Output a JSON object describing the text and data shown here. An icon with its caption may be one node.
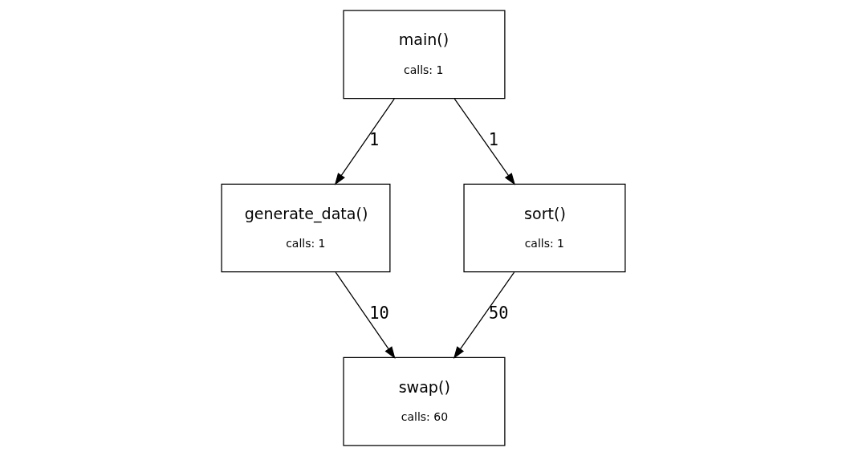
{
  "diagram": {
    "nodes": [
      {
        "text": [
          "main()",
          "calls: 1"
        ]
      },
      {
        "text": [
          "generate_data()",
          "calls: 1"
        ]
      },
      {
        "text": [
          "sort()",
          "calls: 1"
        ]
      },
      {
        "text": [
          "swap()",
          "calls: 60"
        ]
      }
    ],
    "edges": [
      {
        "from": 0,
        "to": 1,
        "arrow": "to",
        "label": "1"
      },
      {
        "from": 0,
        "to": 2,
        "arrow": "to",
        "label": "1"
      },
      {
        "from": 1,
        "to": 3,
        "arrow": "to",
        "label": "10"
      },
      {
        "from": 2,
        "to": 3,
        "arrow": "to",
        "label": "50"
      }
    ]
  }
}
